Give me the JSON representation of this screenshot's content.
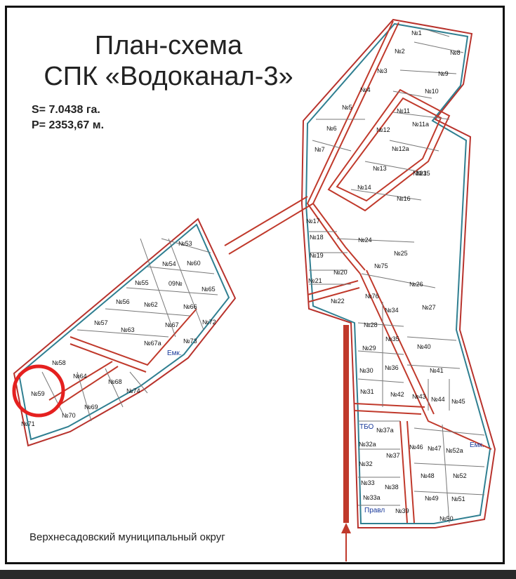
{
  "title_line1": "План-схема",
  "title_line2": "СПК «Водоканал-3»",
  "area": "S= 7.0438 га.",
  "perimeter": "P= 2353,67 м.",
  "district": "Верхнесадовский муниципальный округ",
  "plots": [
    "№1",
    "№2",
    "№3",
    "№4",
    "№5",
    "№6",
    "№7",
    "№8",
    "№9",
    "№10",
    "№11",
    "№11а",
    "№12",
    "№12а",
    "№13",
    "№14",
    "№15",
    "№16",
    "№17",
    "№18",
    "№19",
    "№20",
    "№21",
    "№22",
    "№23",
    "№24",
    "№25",
    "№26",
    "№27",
    "№28",
    "№29",
    "№30",
    "№31",
    "№32",
    "№32а",
    "№33",
    "№33а",
    "№34",
    "№35",
    "№36",
    "№37",
    "№37а",
    "№38",
    "№39",
    "№40",
    "№41",
    "№42",
    "№43",
    "№44",
    "№45",
    "№46",
    "№47",
    "№48",
    "№49",
    "№50",
    "№51",
    "№52",
    "№52а",
    "№53",
    "№54",
    "№55",
    "№56",
    "№57",
    "№58",
    "№59",
    "№60",
    "09№",
    "№62",
    "№63",
    "№64",
    "№65",
    "№66",
    "№67",
    "№67а",
    "№68",
    "№69",
    "№70",
    "№71",
    "№72",
    "№73",
    "№74",
    "№75",
    "№76"
  ],
  "markers": {
    "emk1": "Емк.",
    "emk2": "Емк.",
    "tbo": "ТБО",
    "pravl": "Правл"
  },
  "colors": {
    "boundary_outer": "#b8322c",
    "boundary_inner": "#2f7f91",
    "road": "#c0392b",
    "highlight": "#e5201f"
  },
  "highlighted_plot": "№59"
}
